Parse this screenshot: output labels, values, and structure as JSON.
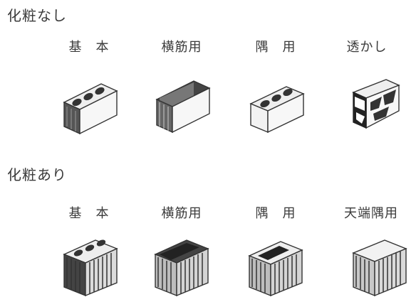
{
  "sections": [
    {
      "title": "化粧なし",
      "items": [
        {
          "label": "基　本",
          "icon": "plain-basic-block-icon"
        },
        {
          "label": "横筋用",
          "icon": "plain-horizontal-rebar-block-icon"
        },
        {
          "label": "隅　用",
          "icon": "plain-corner-block-icon"
        },
        {
          "label": "透かし",
          "icon": "plain-openwork-block-icon"
        }
      ]
    },
    {
      "title": "化粧あり",
      "items": [
        {
          "label": "基　本",
          "icon": "faced-basic-block-icon"
        },
        {
          "label": "横筋用",
          "icon": "faced-horizontal-rebar-block-icon"
        },
        {
          "label": "隅　用",
          "icon": "faced-corner-block-icon"
        },
        {
          "label": "天端隅用",
          "icon": "faced-top-corner-block-icon"
        }
      ]
    }
  ]
}
